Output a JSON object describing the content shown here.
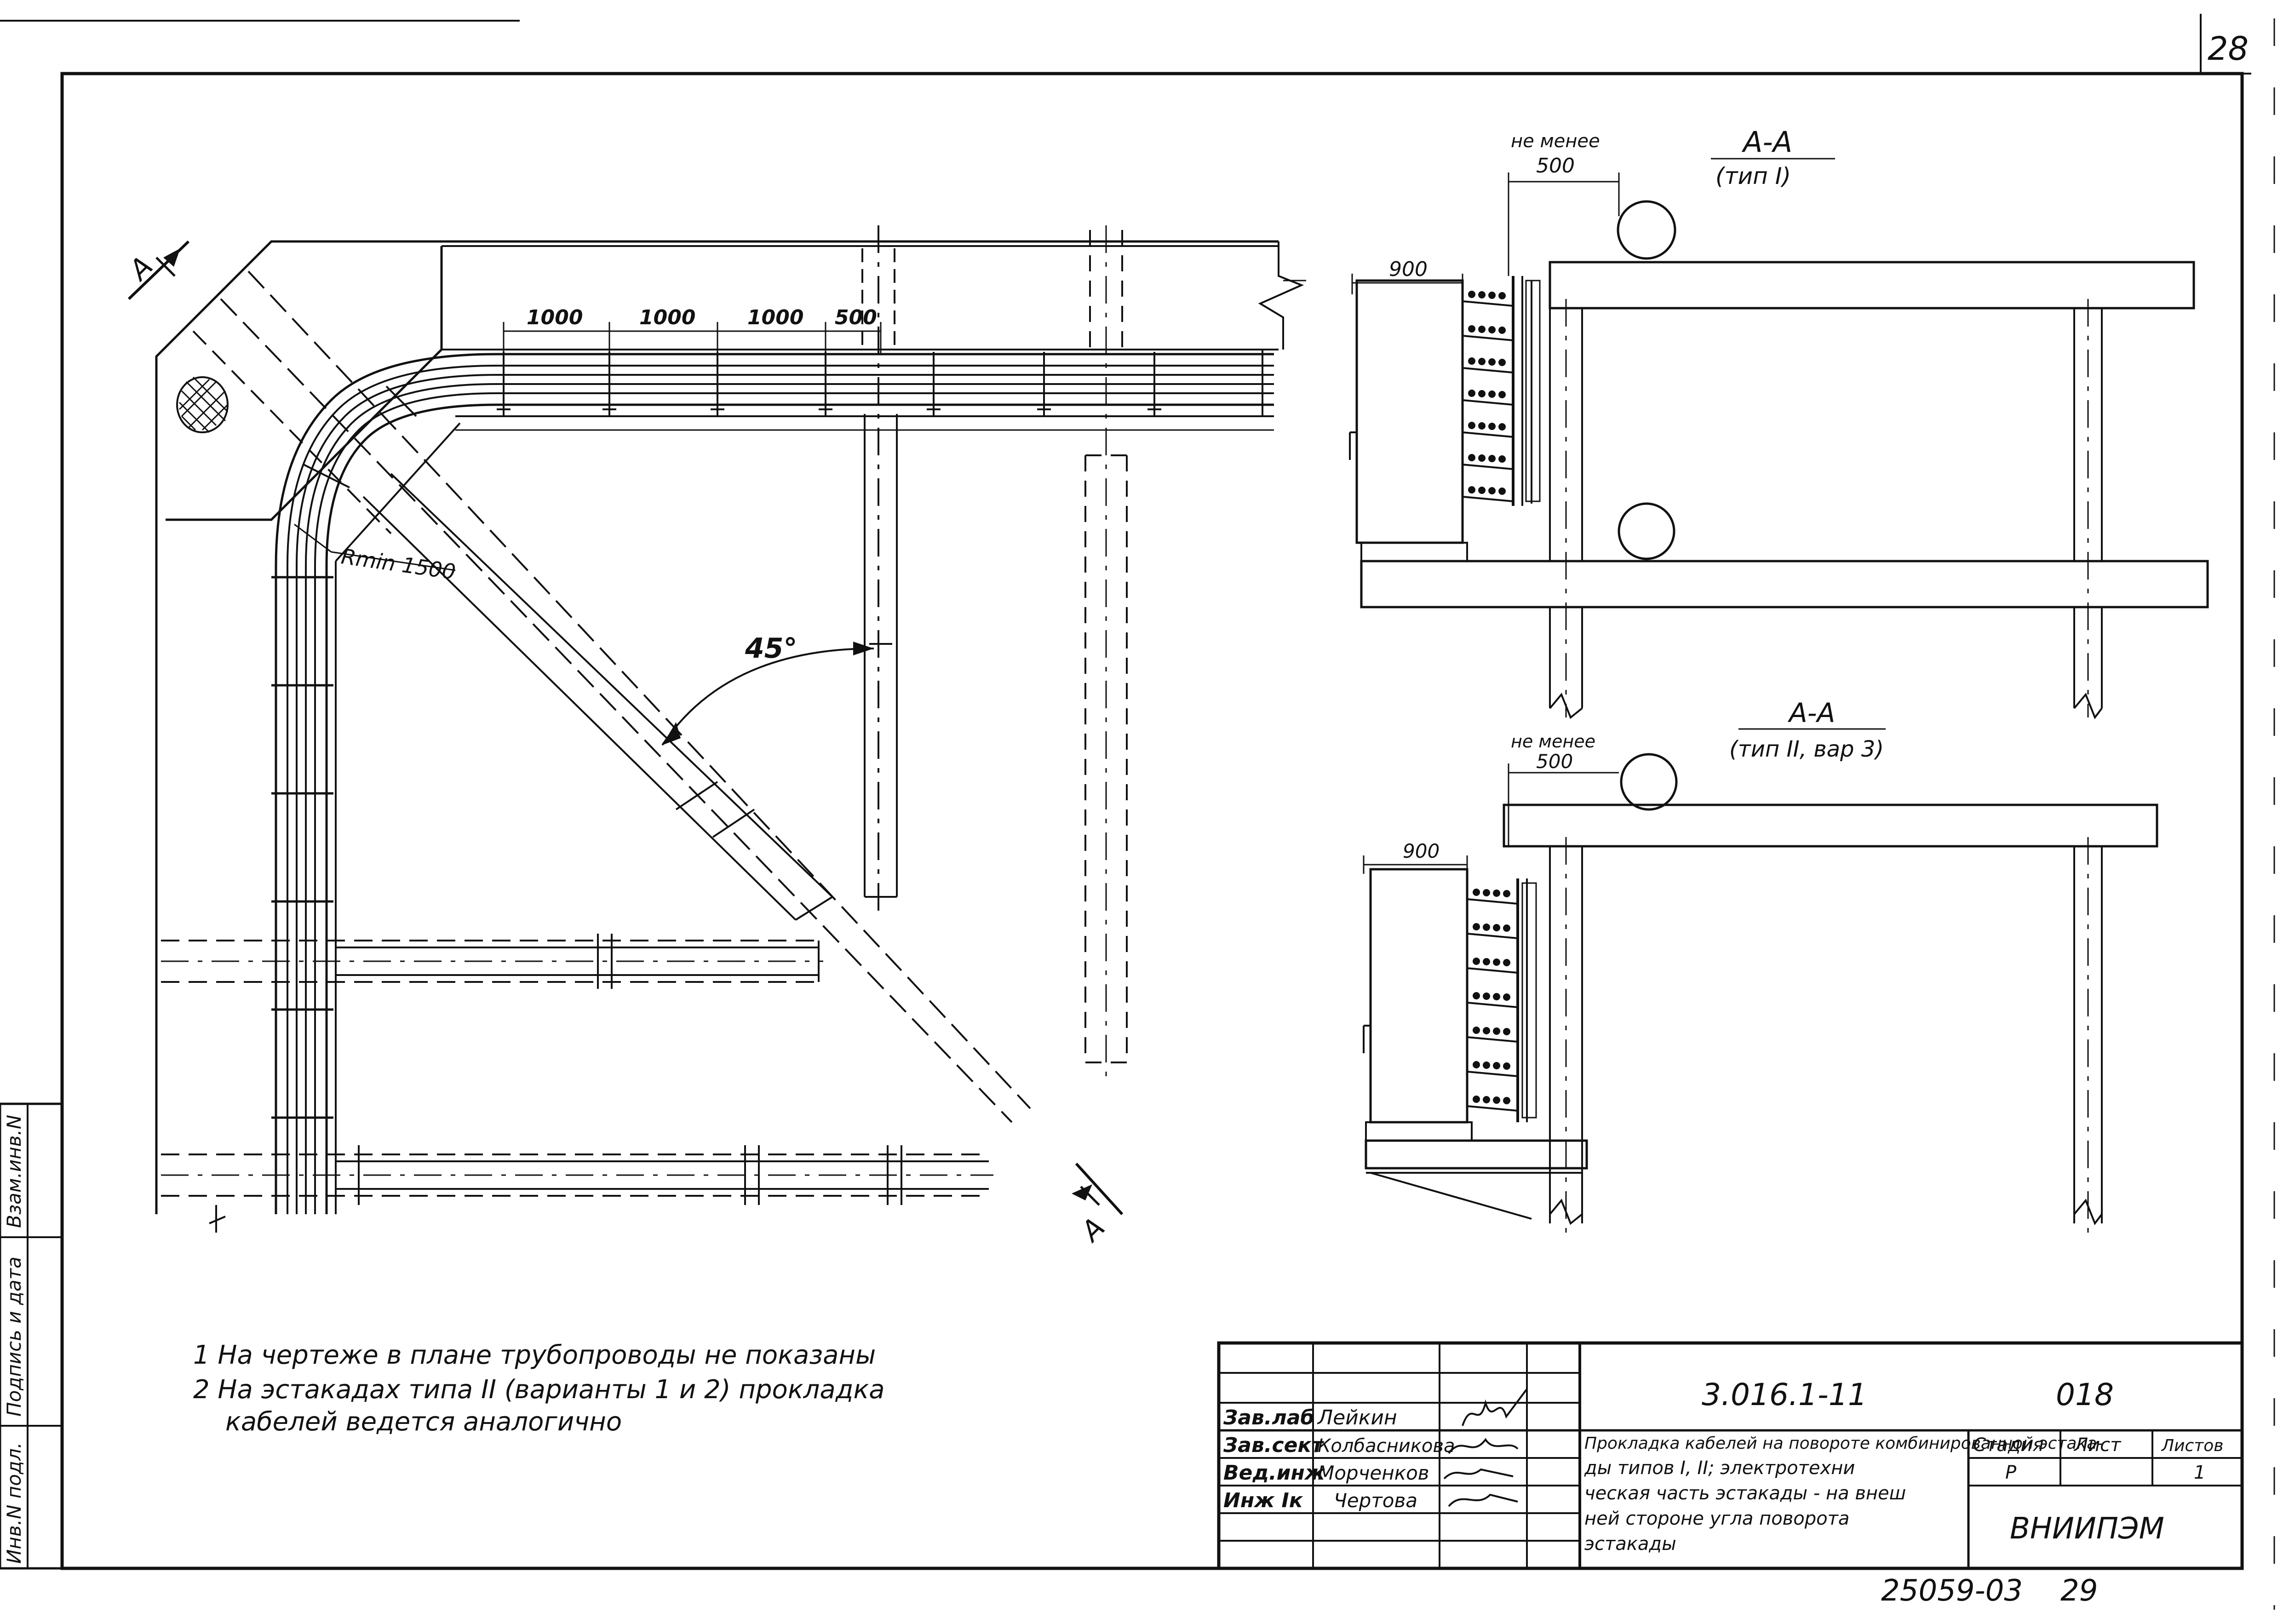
{
  "sheet": {
    "page_number": "28",
    "bottom_number": "25059-03",
    "bottom_page": "29"
  },
  "plan": {
    "section_mark": "A",
    "radius_label": "Rmin 1500",
    "angle_label": "45°",
    "spacing_labels": [
      "1000",
      "1000",
      "1000",
      "500"
    ]
  },
  "section_type1": {
    "title": "А-А",
    "subtitle": "(тип I)",
    "clearance_note": "не менее",
    "clearance_value": "500",
    "width_value": "900"
  },
  "section_type2": {
    "title": "А-А",
    "subtitle": "(тип II, вар 3)",
    "clearance_note": "не менее",
    "clearance_value": "500",
    "width_value": "900"
  },
  "notes": [
    "1  На чертеже в плане трубопроводы не показаны",
    "2  На эстакадах типа II (варианты 1 и 2) прокладка",
    "кабелей ведется аналогично"
  ],
  "side_stamp": [
    "Инв.N подл.",
    "Подпись и дата",
    "Взам.инв.N"
  ],
  "title_block": {
    "designation": "3.016.1-11",
    "sheet_code": "018",
    "signatures": [
      {
        "role": "Зав.лаб",
        "name": "Лейкин"
      },
      {
        "role": "Зав.сект",
        "name": "Колбасникова"
      },
      {
        "role": "Вед.инж",
        "name": "Морченков"
      },
      {
        "role": "Инж Iк",
        "name": "Чертова"
      }
    ],
    "description_lines": [
      "Прокладка кабелей на повороте комбинированной эстака-",
      "ды типов I, II; электротехни",
      "ческая часть эстакады - на внеш",
      "ней стороне угла поворота",
      "эстакады"
    ],
    "stage_header": "Стадия",
    "sheet_header": "Лист",
    "sheets_header": "Листов",
    "stage_value": "Р",
    "sheets_value": "1",
    "organization": "ВНИИПЭМ"
  }
}
